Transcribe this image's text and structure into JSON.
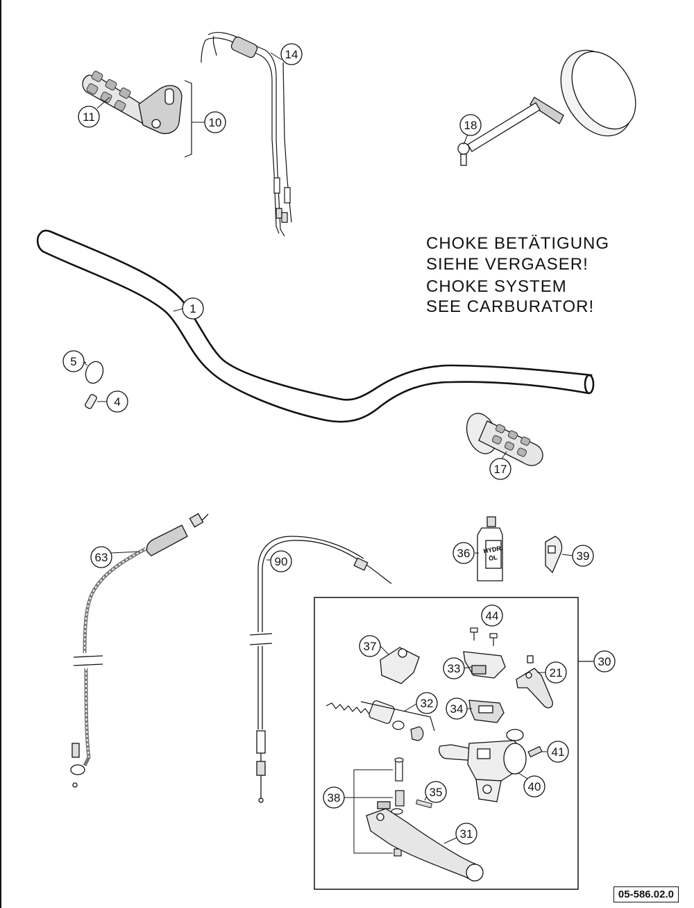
{
  "notes": {
    "de_line1": "CHOKE BETÄTIGUNG",
    "de_line2": "SIEHE VERGASER!",
    "en_line1": "CHOKE SYSTEM",
    "en_line2": "SEE CARBURATOR!"
  },
  "reference_code": "05-586.02.0",
  "oil_bottle_label": [
    "HYDR.",
    "ÖL"
  ],
  "callouts": [
    {
      "id": "c1",
      "label": "1"
    },
    {
      "id": "c4",
      "label": "4"
    },
    {
      "id": "c5",
      "label": "5"
    },
    {
      "id": "c10",
      "label": "10"
    },
    {
      "id": "c11",
      "label": "11"
    },
    {
      "id": "c14",
      "label": "14"
    },
    {
      "id": "c17",
      "label": "17"
    },
    {
      "id": "c18",
      "label": "18"
    },
    {
      "id": "c21",
      "label": "21"
    },
    {
      "id": "c30",
      "label": "30"
    },
    {
      "id": "c31",
      "label": "31"
    },
    {
      "id": "c32",
      "label": "32"
    },
    {
      "id": "c33",
      "label": "33"
    },
    {
      "id": "c34",
      "label": "34"
    },
    {
      "id": "c35",
      "label": "35"
    },
    {
      "id": "c36",
      "label": "36"
    },
    {
      "id": "c37",
      "label": "37"
    },
    {
      "id": "c38",
      "label": "38"
    },
    {
      "id": "c39",
      "label": "39"
    },
    {
      "id": "c40",
      "label": "40"
    },
    {
      "id": "c41",
      "label": "41"
    },
    {
      "id": "c44",
      "label": "44"
    },
    {
      "id": "c63",
      "label": "63"
    },
    {
      "id": "c90",
      "label": "90"
    }
  ]
}
